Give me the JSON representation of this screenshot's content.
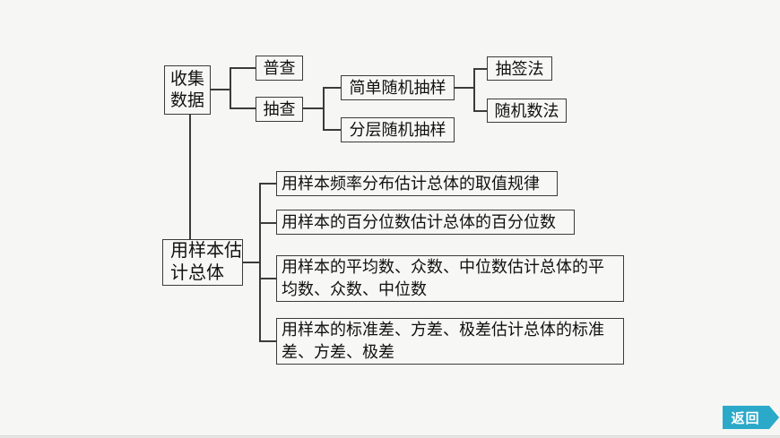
{
  "diagram": {
    "nodes": {
      "collect_data": {
        "label": "收集\n数据"
      },
      "census": {
        "label": "普查"
      },
      "spot_check": {
        "label": "抽查"
      },
      "simple_random_sampling": {
        "label": "简单随机抽样"
      },
      "stratified_random_sampling": {
        "label": "分层随机抽样"
      },
      "lottery_method": {
        "label": "抽签法"
      },
      "random_number_method": {
        "label": "随机数法"
      },
      "estimate_population": {
        "label": "用样本估\n计总体"
      },
      "frequency_distribution": {
        "label": "用样本频率分布估计总体的取值规律"
      },
      "percentile": {
        "label": "用样本的百分位数估计总体的百分位数"
      },
      "central_tendency": {
        "label": "用样本的平均数、众数、中位数估计总体的平\n均数、众数、中位数"
      },
      "dispersion": {
        "label": "用样本的标准差、方差、极差估计总体的标准\n差、方差、极差"
      }
    },
    "edges": [
      {
        "from": "收集数据",
        "to": "普查"
      },
      {
        "from": "收集数据",
        "to": "抽查"
      },
      {
        "from": "抽查",
        "to": "简单随机抽样"
      },
      {
        "from": "抽查",
        "to": "分层随机抽样"
      },
      {
        "from": "简单随机抽样",
        "to": "抽签法"
      },
      {
        "from": "简单随机抽样",
        "to": "随机数法"
      },
      {
        "from": "收集数据",
        "to": "用样本估计总体"
      },
      {
        "from": "用样本估计总体",
        "to": "用样本频率分布估计总体的取值规律"
      },
      {
        "from": "用样本估计总体",
        "to": "用样本的百分位数估计总体的百分位数"
      },
      {
        "from": "用样本估计总体",
        "to": "用样本的平均数、众数、中位数估计总体的平均数、众数、中位数"
      },
      {
        "from": "用样本估计总体",
        "to": "用样本的标准差、方差、极差估计总体的标准差、方差、极差"
      }
    ]
  },
  "toolbar": {
    "back_label": "返回"
  },
  "colors": {
    "background": "#f6f6f4",
    "box_border": "#3b3b3b",
    "text": "#111111",
    "back_button": "#2ba9c9",
    "back_button_text": "#ffffff"
  }
}
